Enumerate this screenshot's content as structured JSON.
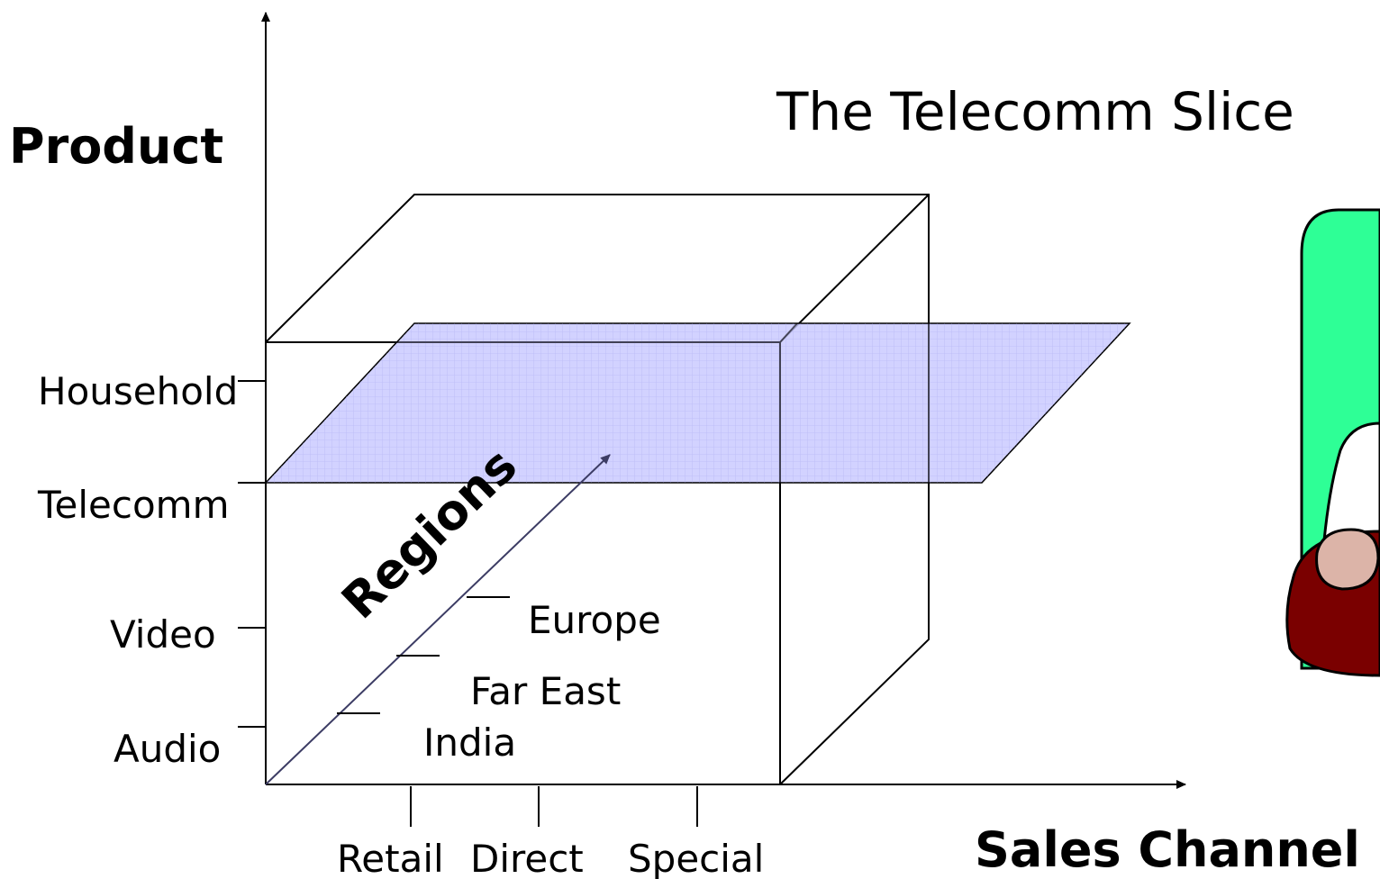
{
  "title": "The Telecomm Slice",
  "axes": {
    "product": "Product",
    "sales_channel": "Sales Channel",
    "regions": "Regions"
  },
  "product_ticks": [
    "Household",
    "Telecomm",
    "Video",
    "Audio"
  ],
  "region_ticks": [
    "Europe",
    "Far East",
    "India"
  ],
  "channel_ticks": [
    "Retail",
    "Direct",
    "Special"
  ],
  "colors": {
    "slice_fill": "#c8c8ff",
    "slice_stroke": "#000000",
    "slice_grid": "#a8a8ee",
    "regions_arrow": "#3c3c64",
    "clip_green": "#2eff96",
    "clip_maroon": "#7a0000",
    "clip_skin": "#dcb4a8"
  },
  "icons": [
    "cube-wireframe",
    "slice-plane",
    "clipart-person"
  ]
}
